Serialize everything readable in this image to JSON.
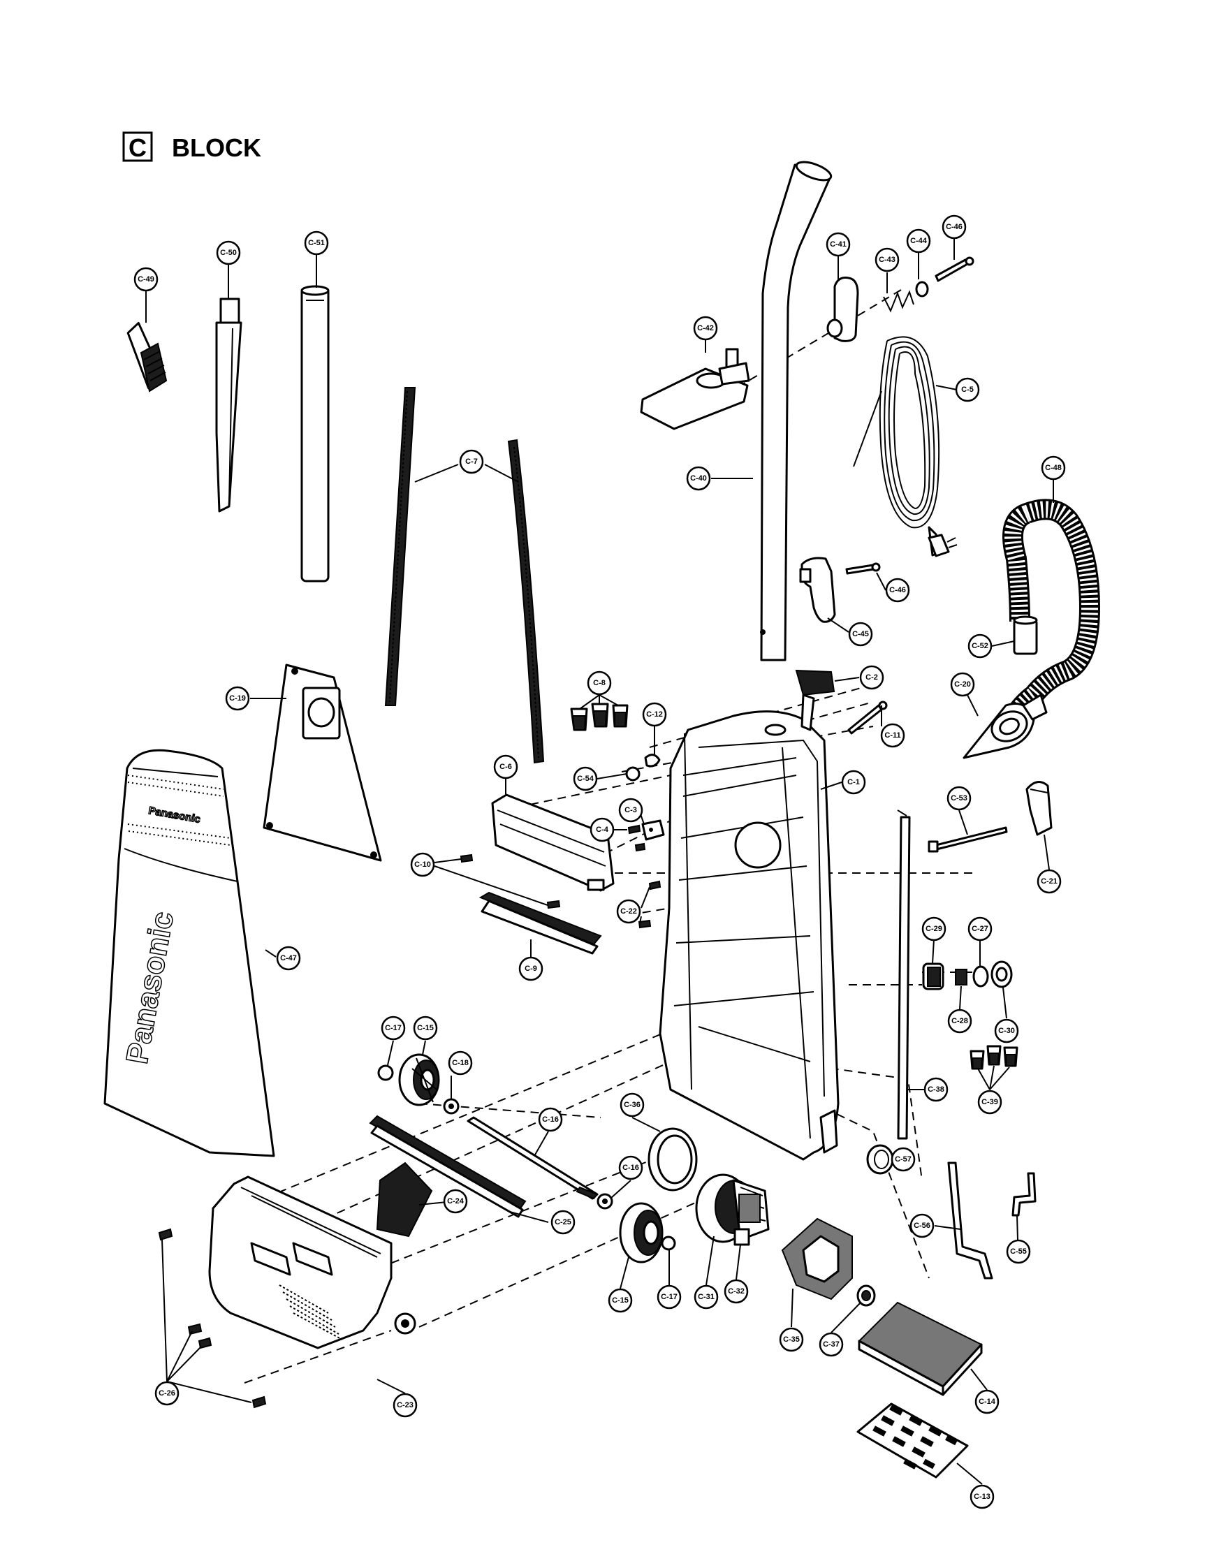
{
  "block": {
    "letter": "C",
    "label": "BLOCK"
  },
  "brand": {
    "bag_top": "Panasonic",
    "bag_side": "Panasonic"
  },
  "callouts": [
    {
      "id": "c-49",
      "label": "C-49"
    },
    {
      "id": "c-50",
      "label": "C-50"
    },
    {
      "id": "c-51",
      "label": "C-51"
    },
    {
      "id": "c-7",
      "label": "C-7"
    },
    {
      "id": "c-42",
      "label": "C-42"
    },
    {
      "id": "c-41",
      "label": "C-41"
    },
    {
      "id": "c-43",
      "label": "C-43"
    },
    {
      "id": "c-44",
      "label": "C-44"
    },
    {
      "id": "c-46-top",
      "label": "C-46"
    },
    {
      "id": "c-5",
      "label": "C-5"
    },
    {
      "id": "c-40",
      "label": "C-40"
    },
    {
      "id": "c-48",
      "label": "C-48"
    },
    {
      "id": "c-46-mid",
      "label": "C-46"
    },
    {
      "id": "c-45",
      "label": "C-45"
    },
    {
      "id": "c-52",
      "label": "C-52"
    },
    {
      "id": "c-19",
      "label": "C-19"
    },
    {
      "id": "c-8",
      "label": "C-8"
    },
    {
      "id": "c-12",
      "label": "C-12"
    },
    {
      "id": "c-2",
      "label": "C-2"
    },
    {
      "id": "c-20",
      "label": "C-20"
    },
    {
      "id": "c-11",
      "label": "C-11"
    },
    {
      "id": "c-6",
      "label": "C-6"
    },
    {
      "id": "c-54",
      "label": "C-54"
    },
    {
      "id": "c-1",
      "label": "C-1"
    },
    {
      "id": "c-3",
      "label": "C-3"
    },
    {
      "id": "c-4",
      "label": "C-4"
    },
    {
      "id": "c-53",
      "label": "C-53"
    },
    {
      "id": "c-21",
      "label": "C-21"
    },
    {
      "id": "c-10",
      "label": "C-10"
    },
    {
      "id": "c-22",
      "label": "C-22"
    },
    {
      "id": "c-9",
      "label": "C-9"
    },
    {
      "id": "c-29",
      "label": "C-29"
    },
    {
      "id": "c-27",
      "label": "C-27"
    },
    {
      "id": "c-47",
      "label": "C-47"
    },
    {
      "id": "c-28",
      "label": "C-28"
    },
    {
      "id": "c-30",
      "label": "C-30"
    },
    {
      "id": "c-17-top",
      "label": "C-17"
    },
    {
      "id": "c-15-top",
      "label": "C-15"
    },
    {
      "id": "c-18",
      "label": "C-18"
    },
    {
      "id": "c-38",
      "label": "C-38"
    },
    {
      "id": "c-39",
      "label": "C-39"
    },
    {
      "id": "c-16-top",
      "label": "C-16"
    },
    {
      "id": "c-36",
      "label": "C-36"
    },
    {
      "id": "c-57",
      "label": "C-57"
    },
    {
      "id": "c-16-low",
      "label": "C-16"
    },
    {
      "id": "c-24",
      "label": "C-24"
    },
    {
      "id": "c-25",
      "label": "C-25"
    },
    {
      "id": "c-56",
      "label": "C-56"
    },
    {
      "id": "c-55",
      "label": "C-55"
    },
    {
      "id": "c-15-low",
      "label": "C-15"
    },
    {
      "id": "c-17-low",
      "label": "C-17"
    },
    {
      "id": "c-31",
      "label": "C-31"
    },
    {
      "id": "c-32",
      "label": "C-32"
    },
    {
      "id": "c-35",
      "label": "C-35"
    },
    {
      "id": "c-37",
      "label": "C-37"
    },
    {
      "id": "c-26",
      "label": "C-26"
    },
    {
      "id": "c-23",
      "label": "C-23"
    },
    {
      "id": "c-14",
      "label": "C-14"
    },
    {
      "id": "c-13",
      "label": "C-13"
    }
  ]
}
